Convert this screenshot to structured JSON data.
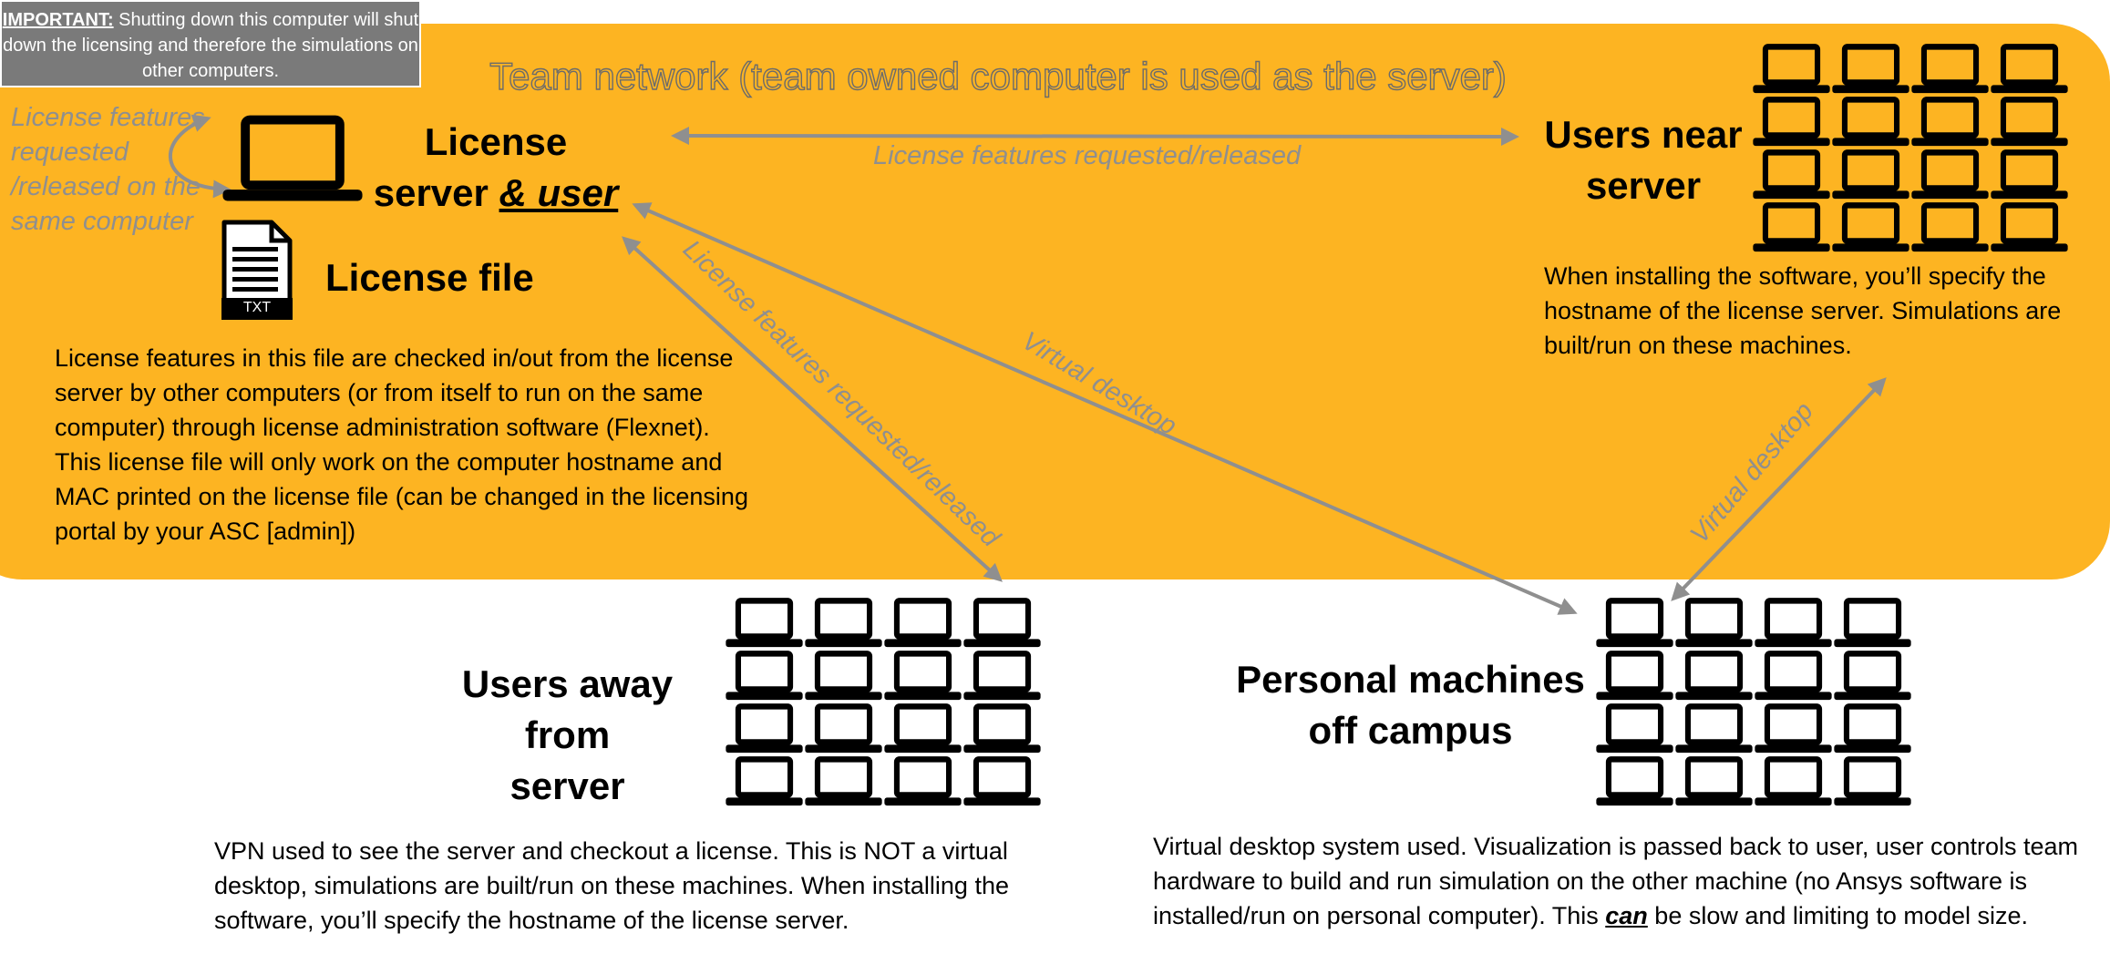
{
  "important_note": {
    "emphasis": "IMPORTANT:",
    "text": " Shutting down this computer will shut down the licensing and therefore the simulations on other computers."
  },
  "team_network_title": "Team network (team owned computer is used as the server)",
  "self_checkout_note": "License features requested /released on the same computer",
  "license_server": {
    "line1": "License",
    "line2_prefix": "server ",
    "line2_emphasis": "& user",
    "icon": "laptop-icon"
  },
  "license_file": {
    "label": "License file",
    "icon_badge": "TXT",
    "description": "License features in this file are checked in/out from the license server by other computers (or from itself to run on the same computer) through license administration software (Flexnet). This license file will only work on the computer hostname and MAC printed on the license file (can be changed in the licensing portal by your ASC [admin])"
  },
  "users_near": {
    "label_line1": "Users near",
    "label_line2": "server",
    "description": "When installing the software, you’ll specify the hostname of the license server. Simulations are built/run on these machines."
  },
  "users_away": {
    "label_line1": "Users away from",
    "label_line2": "server",
    "description": "VPN used to see the server and checkout a license. This is NOT a virtual desktop, simulations are built/run on these machines. When installing the software, you’ll specify the hostname of the license server."
  },
  "personal_machines": {
    "label_line1": "Personal machines",
    "label_line2": "off campus",
    "description_prefix": "Virtual desktop system used. Visualization is passed back to user, user controls team hardware to build and run simulation on the other machine (no Ansys software is installed/run on personal computer). This ",
    "description_emphasis": "can",
    "description_suffix": " be slow and limiting to model size."
  },
  "arrow_labels": {
    "near_server": "License features requested/released",
    "away_users": "License features requested/released",
    "virtual_desktop_server": "Virtual desktop",
    "virtual_desktop_near": "Virtual desktop"
  },
  "colors": {
    "team_background": "#fdb422",
    "arrow_gray": "#8f8f8f",
    "note_box": "#7a7a7a"
  }
}
